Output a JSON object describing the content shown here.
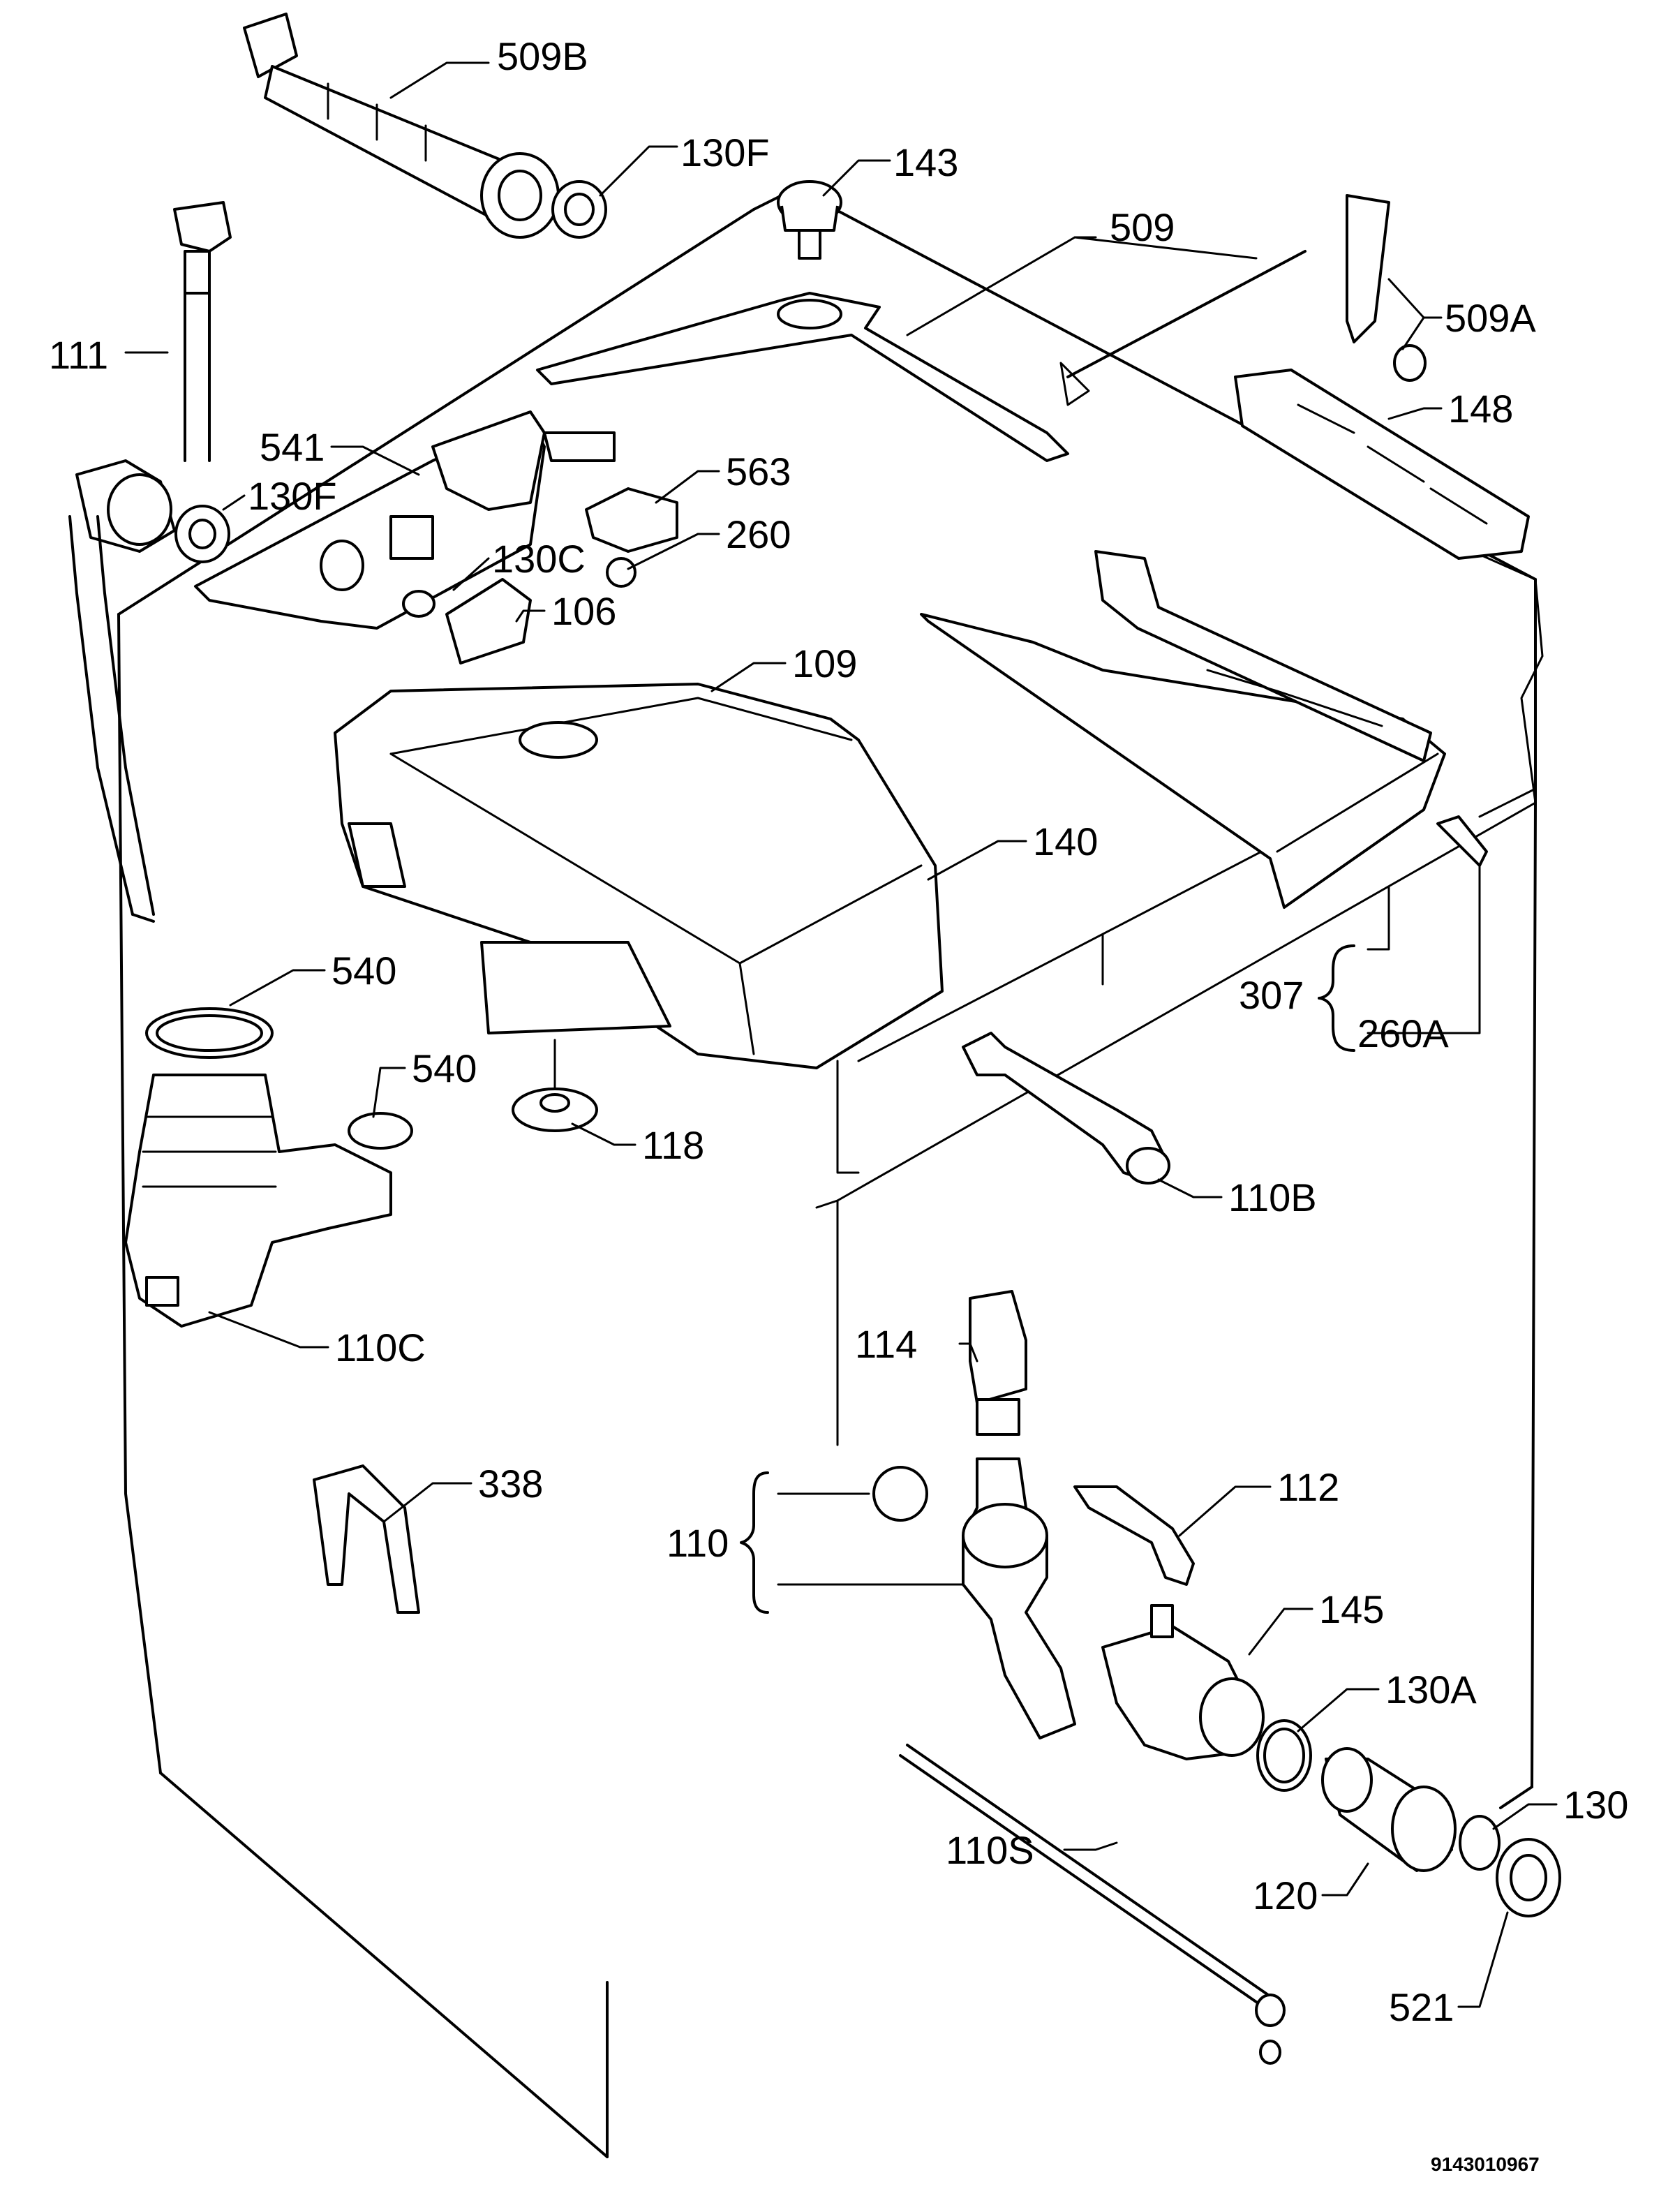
{
  "diagram_code": "9143010967",
  "labels": {
    "l509b": "509B",
    "l130f_top": "130F",
    "l143": "143",
    "l509": "509",
    "l509a": "509A",
    "l111": "111",
    "l148": "148",
    "l541": "541",
    "l563": "563",
    "l130f_mid": "130F",
    "l260": "260",
    "l130c": "130C",
    "l106": "106",
    "l109": "109",
    "l140": "140",
    "l307": "307",
    "l260a": "260A",
    "l540_top": "540",
    "l540_mid": "540",
    "l118": "118",
    "l110b": "110B",
    "l110c": "110C",
    "l114": "114",
    "l338": "338",
    "l110": "110",
    "l112": "112",
    "l145": "145",
    "l130a": "130A",
    "l130": "130",
    "l120": "120",
    "l110s": "110S",
    "l521": "521"
  }
}
